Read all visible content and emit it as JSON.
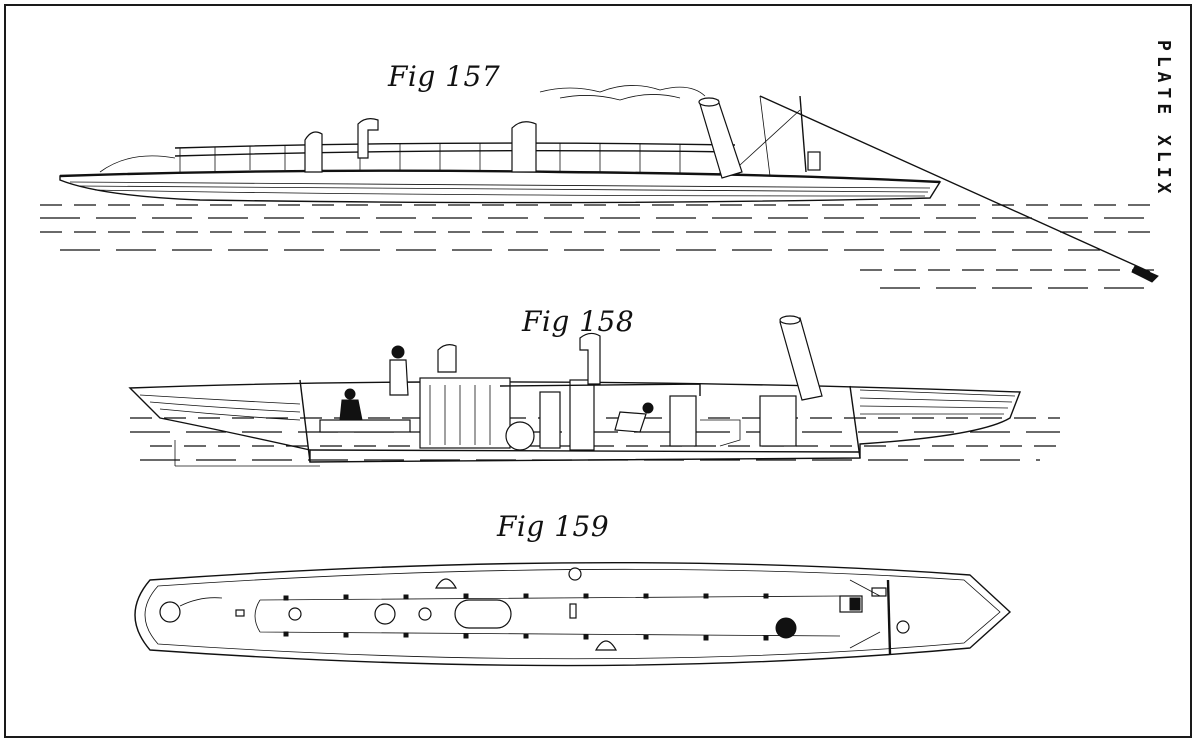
{
  "plate": {
    "label": "PLATE XLIX",
    "colors": {
      "ink": "#111111",
      "paper": "#ffffff"
    }
  },
  "figures": [
    {
      "id": "fig157",
      "caption": "Fig 157"
    },
    {
      "id": "fig158",
      "caption": "Fig 158"
    },
    {
      "id": "fig159",
      "caption": "Fig 159"
    }
  ]
}
